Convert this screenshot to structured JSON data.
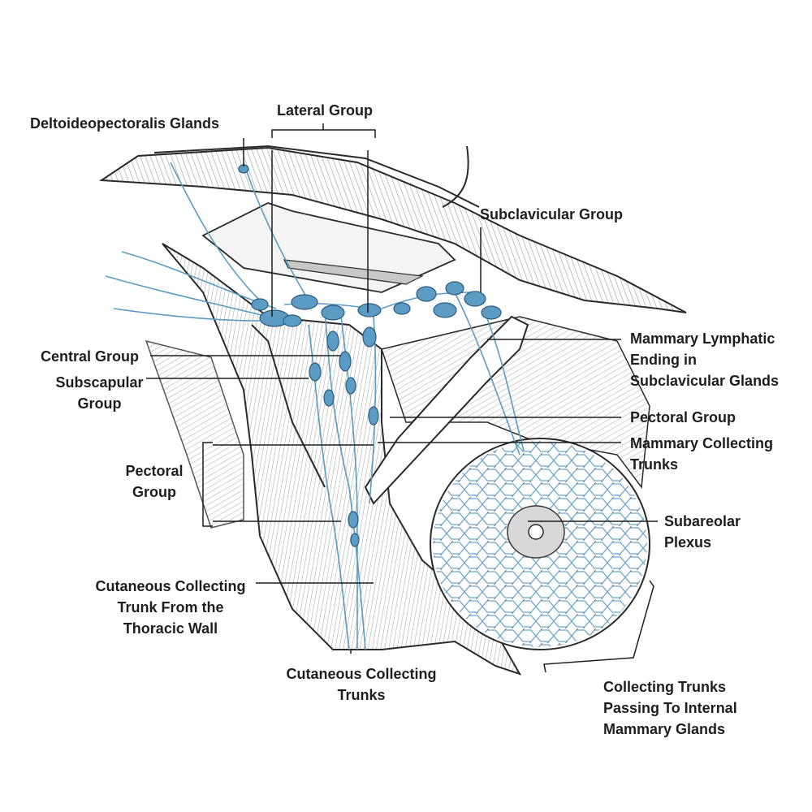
{
  "colors": {
    "lymph": "#5b9bc4",
    "lymph_dark": "#3f7fa8",
    "ink": "#2a2a2a",
    "hatch": "#8a8a8a",
    "text": "#1e1e1e"
  },
  "labels": {
    "deltoideopectoralis": "Deltoideopectoralis Glands",
    "lateral_group": "Lateral Group",
    "subclavicular_group": "Subclavicular Group",
    "mammary_lymphatic": [
      "Mammary Lymphatic",
      "Ending in",
      "Subclavicular Glands"
    ],
    "central_group": "Central Group",
    "subscapular_group": [
      "Subscapular",
      "Group"
    ],
    "pectoral_group_right": "Pectoral Group",
    "mammary_collecting": [
      "Mammary Collecting",
      "Trunks"
    ],
    "pectoral_group_left": [
      "Pectoral",
      "Group"
    ],
    "subareolar_plexus": [
      "Subareolar",
      "Plexus"
    ],
    "cutaneous_thoracic": [
      "Cutaneous Collecting",
      "Trunk From the",
      "Thoracic Wall"
    ],
    "cutaneous_trunks": [
      "Cutaneous Collecting",
      "Trunks"
    ],
    "collecting_internal": [
      "Collecting Trunks",
      "Passing To Internal",
      "Mammary Glands"
    ]
  }
}
